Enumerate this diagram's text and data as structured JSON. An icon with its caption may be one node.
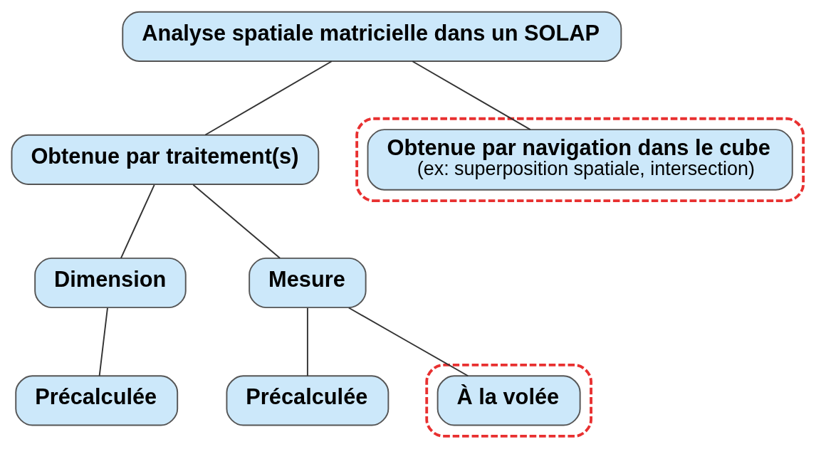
{
  "diagram": {
    "nodes": [
      {
        "text": [
          "Analyse spatiale matricielle dans un SOLAP"
        ]
      },
      {
        "text": [
          "Obtenue par traitement(s)"
        ]
      },
      {
        "text": [],
        "shape": "ellipse"
      },
      {
        "text": [
          "Obtenue par navigation dans le cube",
          "(ex: superposition spatiale, intersection)"
        ],
        "in": 2
      },
      {
        "text": [
          "Dimension"
        ]
      },
      {
        "text": [
          "Mesure"
        ]
      },
      {
        "text": [
          "Précalculée"
        ]
      },
      {
        "text": [
          "Précalculée"
        ]
      },
      {
        "text": [],
        "shape": "ellipse"
      },
      {
        "text": [
          "À la volée"
        ],
        "in": 8
      }
    ],
    "edges": [
      {
        "from": 0,
        "to": 1,
        "arrow": "none"
      },
      {
        "from": 0,
        "to": 3,
        "arrow": "none"
      },
      {
        "from": 1,
        "to": 4,
        "arrow": "none"
      },
      {
        "from": 1,
        "to": 5,
        "arrow": "none"
      },
      {
        "from": 4,
        "to": 6,
        "arrow": "none"
      },
      {
        "from": 5,
        "to": 7,
        "arrow": "none"
      },
      {
        "from": 5,
        "to": 9,
        "arrow": "none"
      }
    ]
  }
}
